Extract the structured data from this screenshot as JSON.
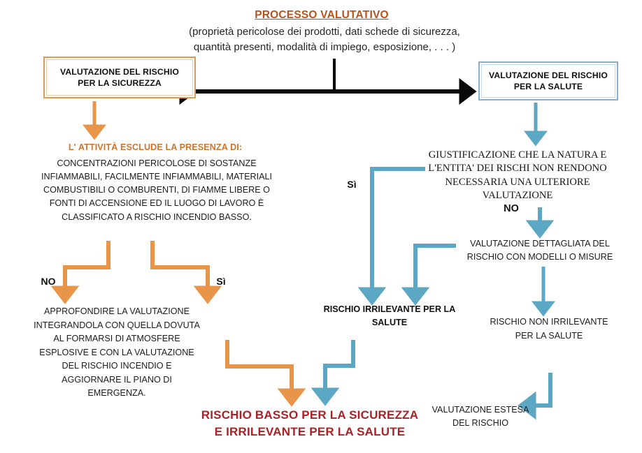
{
  "meta": {
    "diagram_title": "Processo valutativo rischio sicurezza e salute",
    "colors": {
      "orange": "#E8954A",
      "orange_border": "#E09A52",
      "orange_heading": "#D3742A",
      "title_brown": "#B5531F",
      "blue": "#5BA7C4",
      "blue_border": "#8CAFCE",
      "red": "#B01F24",
      "black": "#111111",
      "background": "#FFFFFF"
    }
  },
  "title": {
    "heading": "PROCESSO VALUTATIVO",
    "subtitle_line1": "(proprietà pericolose dei prodotti, dati schede di sicurezza,",
    "subtitle_line2": "quantità presenti, modalità di impiego, esposizione, . . . )"
  },
  "boxes": {
    "sicurezza": {
      "line1": "VALUTAZIONE DEL RISCHIO",
      "line2": "PER LA SICUREZZA"
    },
    "salute": {
      "line1": "VALUTAZIONE DEL RISCHIO",
      "line2": "PER LA SALUTE"
    }
  },
  "left_branch": {
    "heading": "L' ATTIVITÀ ESCLUDE LA PRESENZA DI:",
    "body": "CONCENTRAZIONI PERICOLOSE DI SOSTANZE INFIAMMABILI, FACILMENTE INFIAMMABILI, MATERIALI COMBUSTIBILI O COMBURENTI, DI FIAMME LIBERE O FONTI DI ACCENSIONE ED IL LUOGO DI LAVORO È CLASSIFICATO A RISCHIO INCENDIO BASSO.",
    "label_no": "NO",
    "label_si": "Sì",
    "outcome_no": "APPROFONDIRE LA VALUTAZIONE INTEGRANDOLA CON QUELLA DOVUTA AL FORMARSI DI ATMOSFERE ESPLOSIVE E CON LA VALUTAZIONE DEL RISCHIO INCENDIO E AGGIORNARE IL PIANO DI EMERGENZA."
  },
  "right_branch": {
    "label_si": "Sì",
    "giustificazione": "GIUSTIFICAZIONE CHE LA NATURA E L'ENTITA' DEI RISCHI NON RENDONO NECESSARIA UNA ULTERIORE VALUTAZIONE",
    "label_no": "NO",
    "valutazione_dettagliata": "VALUTAZIONE DETTAGLIATA DEL RISCHIO CON MODELLI O MISURE",
    "rischio_irrilevante": "RISCHIO IRRILEVANTE PER LA SALUTE",
    "rischio_non_irrilevante": "RISCHIO NON IRRILEVANTE PER LA SALUTE",
    "valutazione_estesa": "VALUTAZIONE ESTESA DEL RISCHIO"
  },
  "conclusion": {
    "line1": "RISCHIO BASSO PER LA SICUREZZA",
    "line2": "E IRRILEVANTE PER LA SALUTE"
  }
}
